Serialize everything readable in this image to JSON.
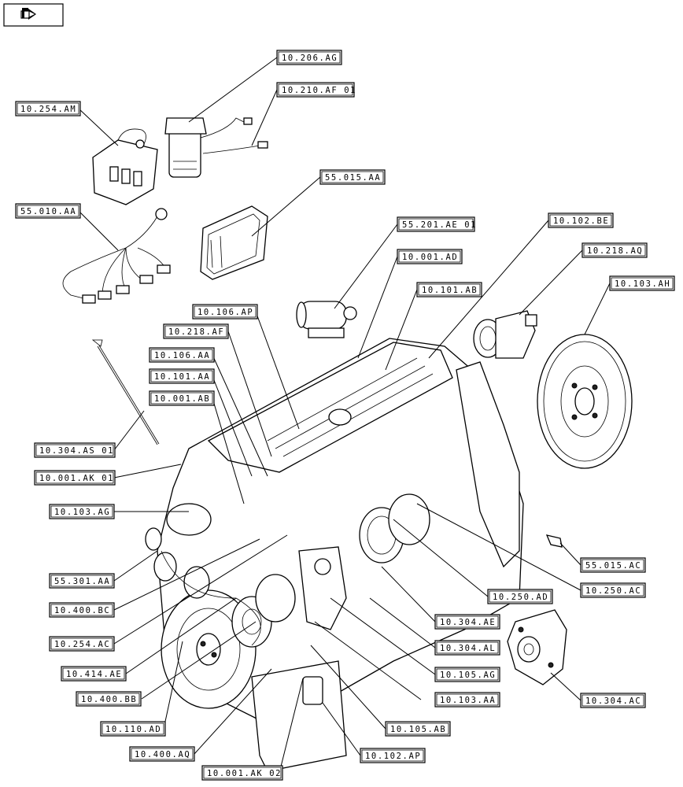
{
  "toolbar": {
    "back_icon": "return-arrow-icon"
  },
  "callouts": [
    {
      "id": "c1",
      "label": "10.206.AG"
    },
    {
      "id": "c2",
      "label": "10.210.AF 01"
    },
    {
      "id": "c3",
      "label": "10.254.AM"
    },
    {
      "id": "c4",
      "label": "55.015.AA"
    },
    {
      "id": "c5",
      "label": "55.010.AA"
    },
    {
      "id": "c6",
      "label": "10.102.BE"
    },
    {
      "id": "c7",
      "label": "55.201.AE 01"
    },
    {
      "id": "c8",
      "label": "10.218.AQ"
    },
    {
      "id": "c9",
      "label": "10.001.AD"
    },
    {
      "id": "c10",
      "label": "10.103.AH"
    },
    {
      "id": "c11",
      "label": "10.101.AB"
    },
    {
      "id": "c12",
      "label": "10.106.AP"
    },
    {
      "id": "c13",
      "label": "10.218.AF"
    },
    {
      "id": "c14",
      "label": "10.106.AA"
    },
    {
      "id": "c15",
      "label": "10.101.AA"
    },
    {
      "id": "c16",
      "label": "10.001.AB"
    },
    {
      "id": "c17",
      "label": "10.304.AS 01"
    },
    {
      "id": "c18",
      "label": "10.001.AK 01"
    },
    {
      "id": "c19",
      "label": "10.103.AG"
    },
    {
      "id": "c20",
      "label": "55.015.AC"
    },
    {
      "id": "c21",
      "label": "55.301.AA"
    },
    {
      "id": "c22",
      "label": "10.250.AD"
    },
    {
      "id": "c23",
      "label": "10.250.AC"
    },
    {
      "id": "c24",
      "label": "10.400.BC"
    },
    {
      "id": "c25",
      "label": "10.304.AE"
    },
    {
      "id": "c26",
      "label": "10.254.AC"
    },
    {
      "id": "c27",
      "label": "10.304.AL"
    },
    {
      "id": "c28",
      "label": "10.414.AE"
    },
    {
      "id": "c29",
      "label": "10.105.AG"
    },
    {
      "id": "c30",
      "label": "10.400.BB"
    },
    {
      "id": "c31",
      "label": "10.103.AA"
    },
    {
      "id": "c32",
      "label": "10.304.AC"
    },
    {
      "id": "c33",
      "label": "10.110.AD"
    },
    {
      "id": "c34",
      "label": "10.105.AB"
    },
    {
      "id": "c35",
      "label": "10.400.AQ"
    },
    {
      "id": "c36",
      "label": "10.102.AP"
    },
    {
      "id": "c37",
      "label": "10.001.AK 02"
    }
  ]
}
